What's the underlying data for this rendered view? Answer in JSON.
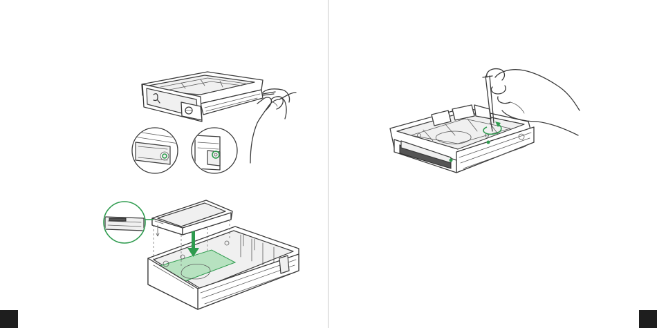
{
  "pages": {
    "left": {
      "figures": [
        {
          "icon": "drive-tray-release-illustration"
        },
        {
          "icon": "ssd-install-into-tray-illustration"
        }
      ],
      "page_marker_color": "#1e1e1e"
    },
    "right": {
      "figures": [
        {
          "icon": "screw-fastening-illustration"
        }
      ],
      "page_marker_color": "#1e1e1e"
    }
  },
  "colors": {
    "accent": "#2e9b4e",
    "accent_light": "#b7e2c0",
    "line": "#3a3a3a"
  }
}
